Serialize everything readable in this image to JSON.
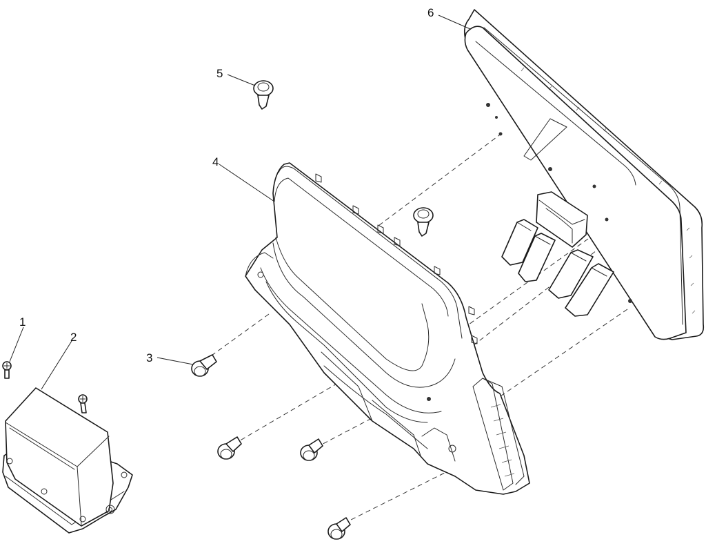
{
  "callouts": [
    {
      "id": "1",
      "label": "1"
    },
    {
      "id": "2",
      "label": "2"
    },
    {
      "id": "3",
      "label": "3"
    },
    {
      "id": "4",
      "label": "4"
    },
    {
      "id": "5",
      "label": "5"
    },
    {
      "id": "6",
      "label": "6"
    }
  ],
  "colors": {
    "line": "#1a1a1a",
    "background": "#ffffff"
  }
}
